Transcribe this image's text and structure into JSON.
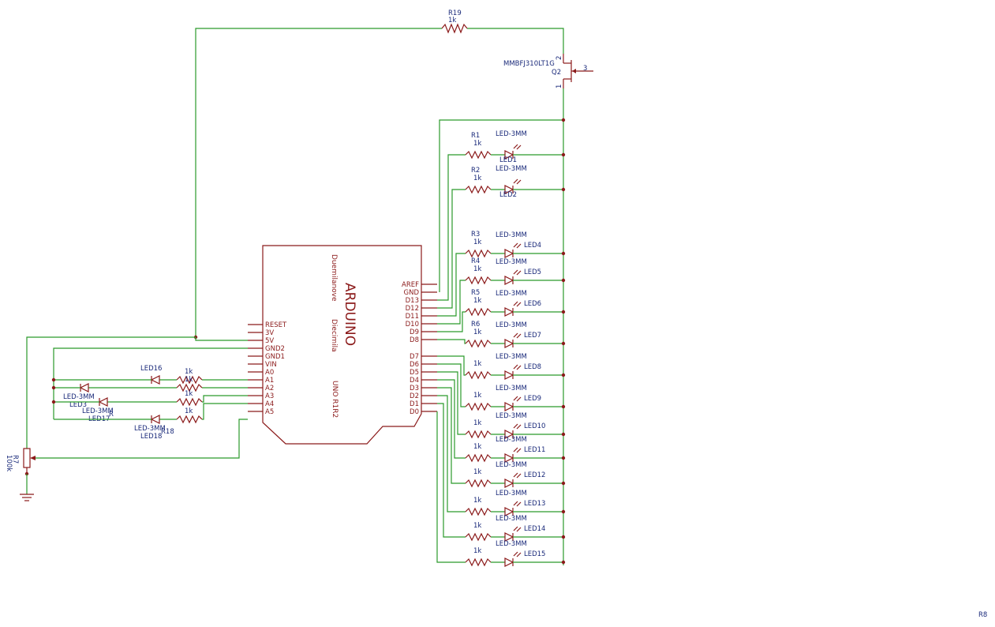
{
  "arduino": {
    "name": "ARDUINO",
    "variant": "Duemilanove",
    "variant2": "Diecimila",
    "rev": "UNO R1R2",
    "left_pins": [
      "RESET",
      "3V",
      "5V",
      "GND2",
      "GND1",
      "VIN",
      "A0",
      "A1",
      "A2",
      "A3",
      "A4",
      "A5"
    ],
    "right_pins": [
      "AREF",
      "GND",
      "D13",
      "D12",
      "D11",
      "D10",
      "D9",
      "D8",
      "D7",
      "D6",
      "D5",
      "D4",
      "D3",
      "D2",
      "D1",
      "D0"
    ]
  },
  "transistor": {
    "name": "Q2",
    "part": "MMBFJ310LT1G",
    "pin1": "1",
    "pin2": "2",
    "pin3": "3"
  },
  "r19": {
    "name": "R19",
    "value": "1k"
  },
  "r7": {
    "name": "R7",
    "value": "100k"
  },
  "r8": {
    "name": "R8"
  },
  "right_leds": [
    {
      "led": "LED1",
      "led_type": "LED-3MM",
      "res": "R1",
      "val": "1k"
    },
    {
      "led": "LED2",
      "led_type": "LED-3MM",
      "res": "R2",
      "val": "1k"
    },
    {
      "led": "LED4",
      "led_type": "LED-3MM",
      "res": "R3",
      "val": "1k"
    },
    {
      "led": "LED5",
      "led_type": "LED-3MM",
      "res": "R4",
      "val": "1k"
    },
    {
      "led": "LED6",
      "led_type": "LED-3MM",
      "res": "R5",
      "val": "1k"
    },
    {
      "led": "LED7",
      "led_type": "LED-3MM",
      "res": "R6",
      "val": "1k"
    },
    {
      "led": "LED8",
      "led_type": "LED-3MM",
      "res": "",
      "val": "1k"
    },
    {
      "led": "LED9",
      "led_type": "LED-3MM",
      "res": "",
      "val": "1k"
    },
    {
      "led": "LED10",
      "led_type": "LED-3MM",
      "res": "",
      "val": "1k"
    },
    {
      "led": "LED11",
      "led_type": "LED-3MM",
      "res": "",
      "val": "1k"
    },
    {
      "led": "LED12",
      "led_type": "LED-3MM",
      "res": "",
      "val": "1k"
    },
    {
      "led": "LED13",
      "led_type": "LED-3MM",
      "res": "",
      "val": "1k"
    },
    {
      "led": "LED14",
      "led_type": "LED-3MM",
      "res": "",
      "val": "1k"
    },
    {
      "led": "LED15",
      "led_type": "LED-3MM",
      "res": "",
      "val": "1k"
    }
  ],
  "left_leds": [
    {
      "led": "LED16",
      "led_type": "",
      "res": "",
      "val": "1k"
    },
    {
      "led": "LED3",
      "led_type": "LED-3MM",
      "res": "",
      "val": "1k"
    },
    {
      "led": "LED17",
      "led_type": "LED-3MM",
      "res": "R",
      "val": "1k"
    },
    {
      "led": "LED18",
      "led_type": "LED-3MM",
      "res": "R18",
      "val": "1k"
    }
  ]
}
